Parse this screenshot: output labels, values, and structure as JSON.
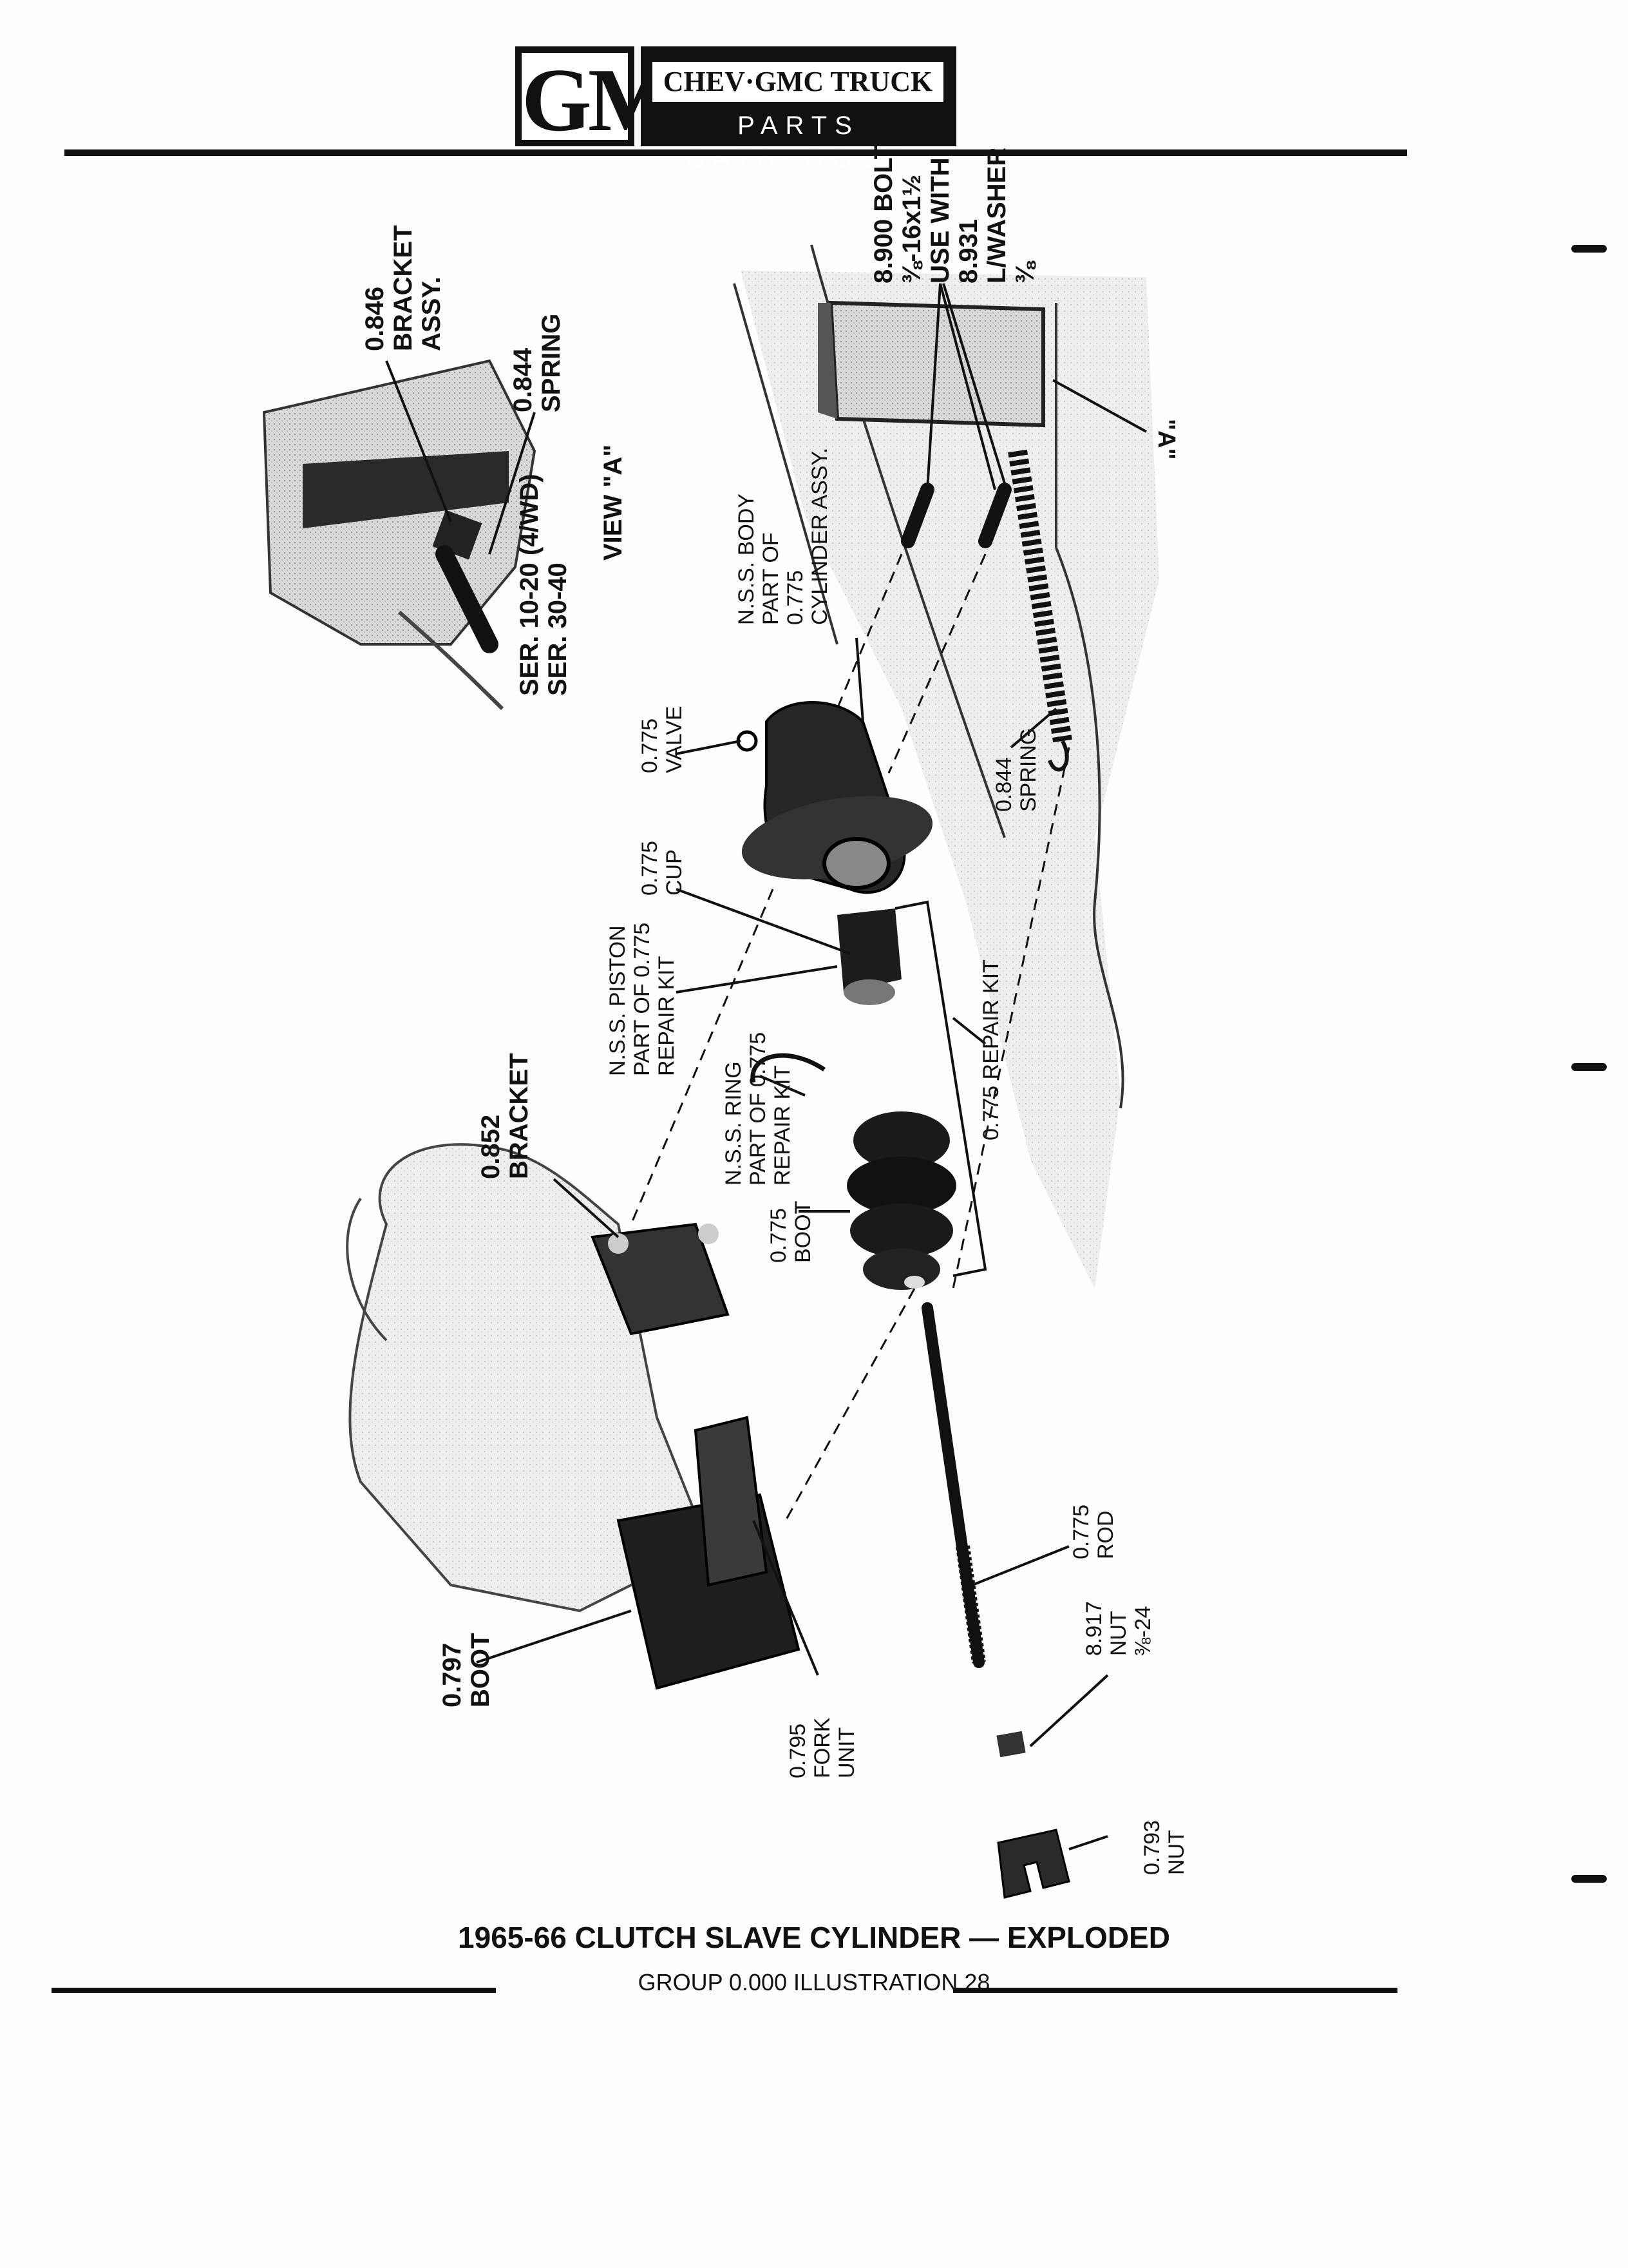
{
  "header": {
    "logo": "GM",
    "title_top": "CHEV·GMC TRUCK",
    "title_bottom": "PARTS CATALOGUE"
  },
  "labels": {
    "bolt": "8.900 BOLT\n⅜-16x1½\nUSE WITH\n8.931\nL/WASHER\n⅜",
    "bracket_assy": "0.846\nBRACKET\nASSY.",
    "spring_top": "0.844\nSPRING",
    "ser": "SER. 10-20 (4/WD)\nSER. 30-40",
    "view_a": "VIEW \"A\"",
    "nss_body": "N.S.S. BODY\nPART OF\n0.775\nCYLINDER ASSY.",
    "marker_a": "\"A\"",
    "valve": "0.775\nVALVE",
    "spring_right": "0.844\nSPRING",
    "cup": "0.775\nCUP",
    "nss_piston": "N.S.S. PISTON\nPART OF 0.775\nREPAIR KIT",
    "nss_ring": "N.S.S. RING\nPART OF 0.775\nREPAIR KIT",
    "repair_kit": "0.775 REPAIR KIT",
    "bracket_852": "0.852\nBRACKET",
    "boot_775": "0.775\nBOOT",
    "rod": "0.775\nROD",
    "nut_917": "8.917\nNUT\n⅜-24",
    "boot_797": "0.797\nBOOT",
    "fork_unit": "0.795\nFORK\nUNIT",
    "nut_793": "0.793\nNUT"
  },
  "caption": {
    "title": "1965-66 CLUTCH SLAVE CYLINDER — EXPLODED",
    "group": "GROUP 0.000 ILLUSTRATION 28"
  }
}
